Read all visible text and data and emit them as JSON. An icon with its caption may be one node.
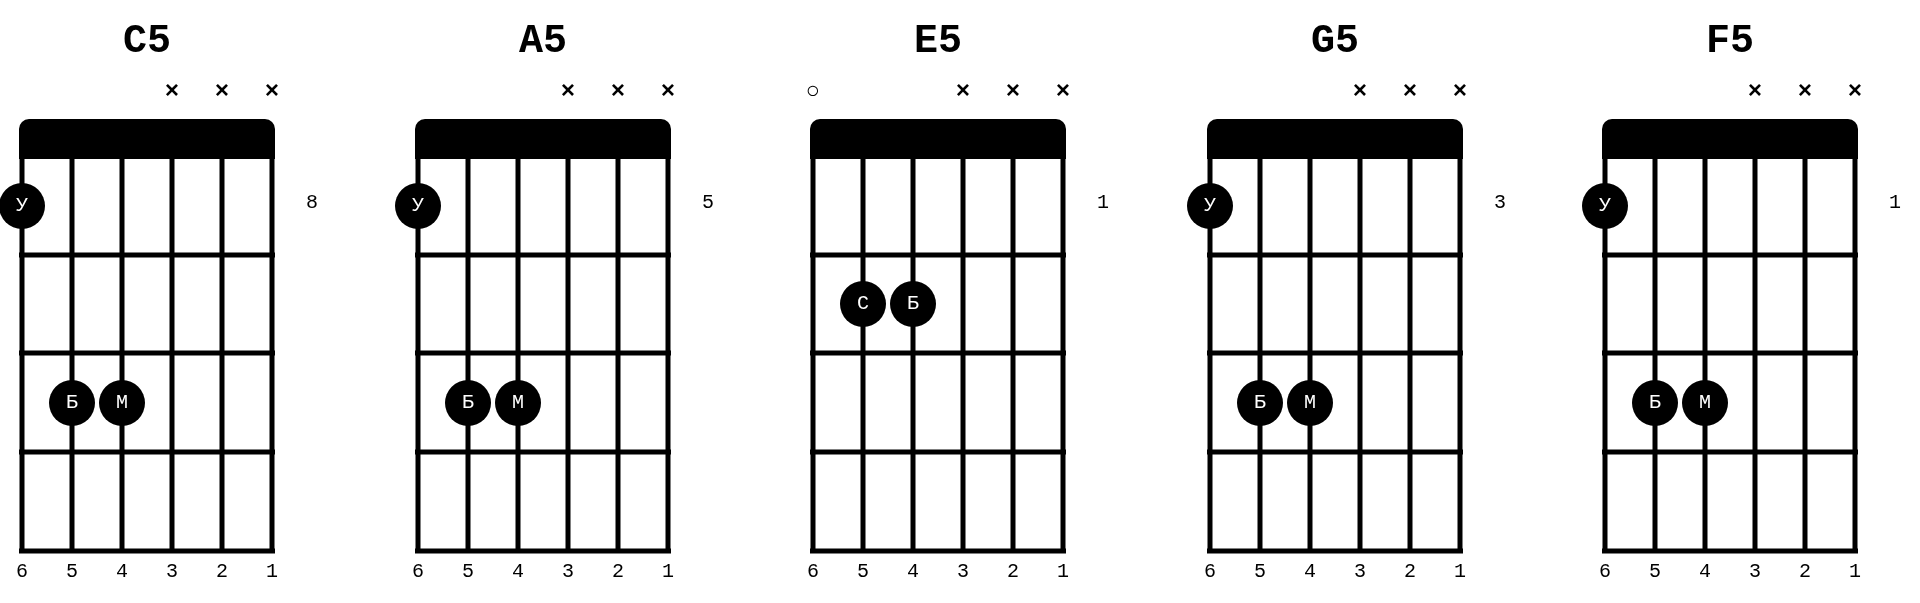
{
  "diagram": {
    "nodes": [
      {
        "text": [
          "C5"
        ],
        "beside": [
          "×",
          "×",
          "×",
          "8",
          "6",
          "5",
          "4",
          "3",
          "2",
          "1"
        ]
      },
      {
        "text": [
          "У"
        ],
        "in": 0
      },
      {
        "text": [
          "Б"
        ],
        "in": 0
      },
      {
        "text": [
          "М"
        ],
        "in": 0
      },
      {
        "text": [
          "A5"
        ],
        "beside": [
          "×",
          "×",
          "×",
          "5",
          "6",
          "5",
          "4",
          "3",
          "2",
          "1"
        ]
      },
      {
        "text": [
          "У"
        ],
        "in": 4
      },
      {
        "text": [
          "Б"
        ],
        "in": 4
      },
      {
        "text": [
          "М"
        ],
        "in": 4
      },
      {
        "text": [
          "E5"
        ],
        "beside": [
          "○",
          "×",
          "×",
          "×",
          "1",
          "6",
          "5",
          "4",
          "3",
          "2",
          "1"
        ]
      },
      {
        "text": [
          "С"
        ],
        "in": 8
      },
      {
        "text": [
          "Б"
        ],
        "in": 8
      },
      {
        "text": [
          "G5"
        ],
        "beside": [
          "×",
          "×",
          "×",
          "3",
          "6",
          "5",
          "4",
          "3",
          "2",
          "1"
        ]
      },
      {
        "text": [
          "У"
        ],
        "in": 11
      },
      {
        "text": [
          "Б"
        ],
        "in": 11
      },
      {
        "text": [
          "М"
        ],
        "in": 11
      },
      {
        "text": [
          "F5"
        ],
        "beside": [
          "×",
          "×",
          "×",
          "1",
          "6",
          "5",
          "4",
          "3",
          "2",
          "1"
        ]
      },
      {
        "text": [
          "У"
        ],
        "in": 15
      },
      {
        "text": [
          "Б"
        ],
        "in": 15
      },
      {
        "text": [
          "М"
        ],
        "in": 15
      }
    ]
  }
}
